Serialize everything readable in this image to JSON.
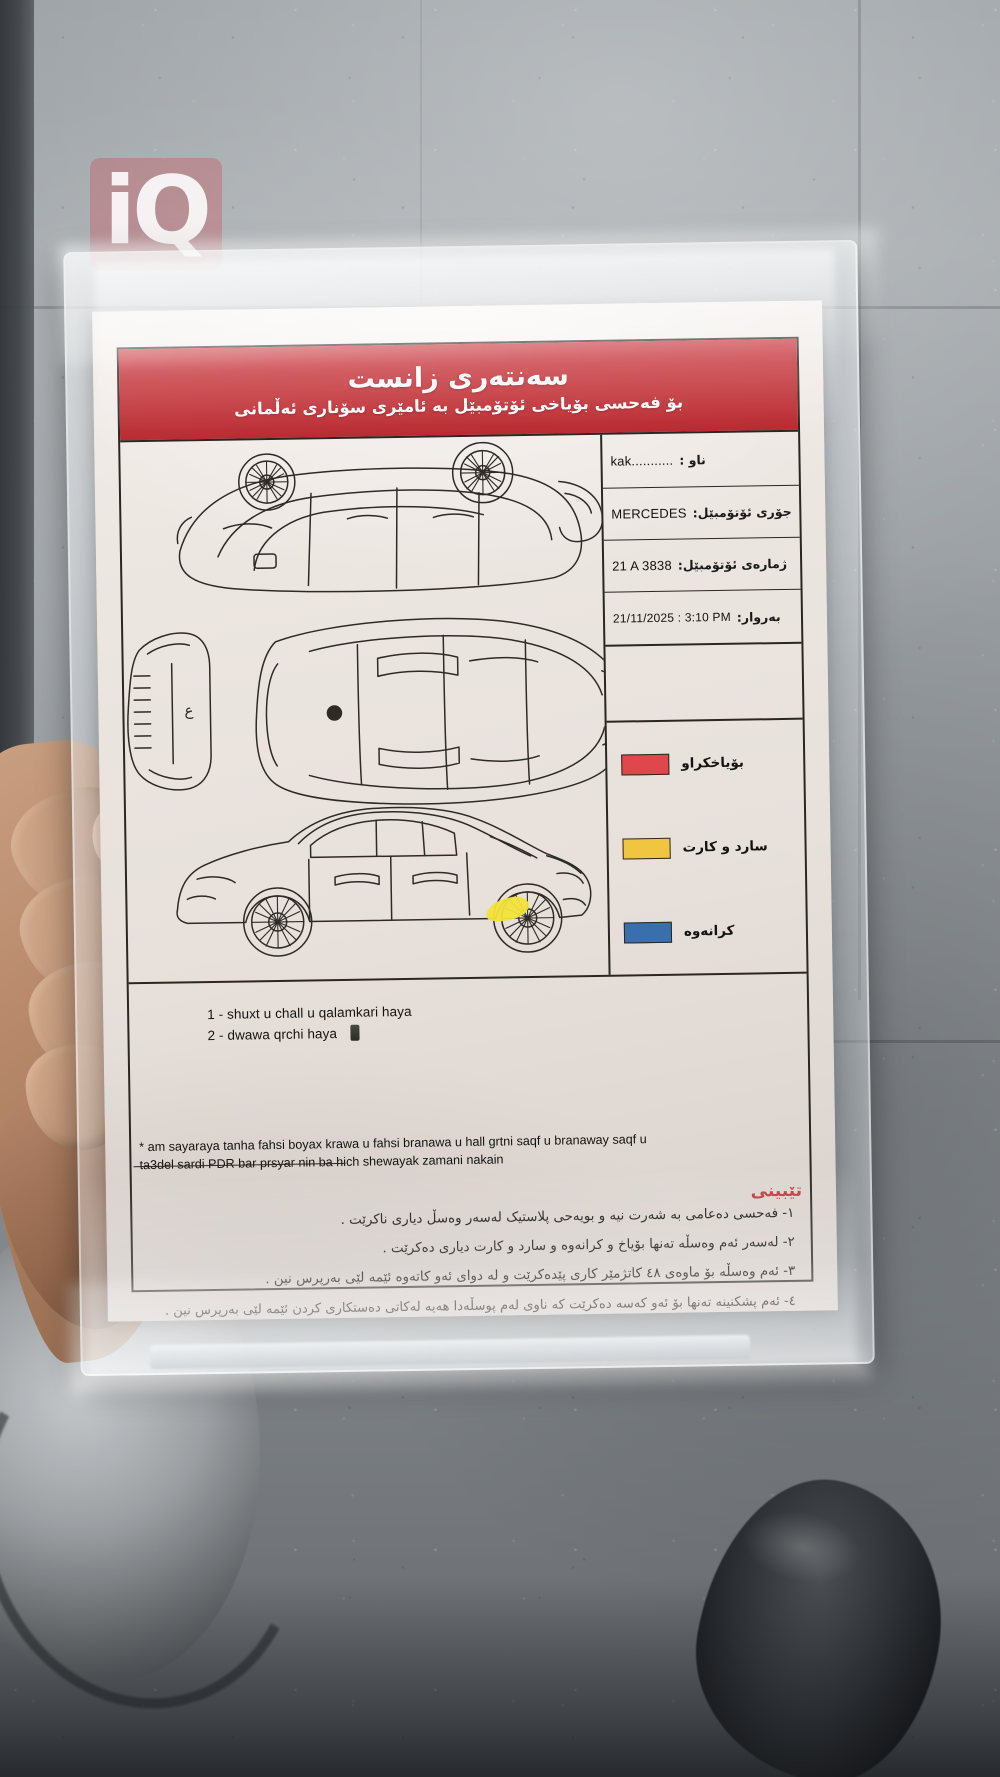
{
  "watermark": {
    "text": "iQ",
    "color": "#d6212d"
  },
  "document": {
    "header": {
      "title": "سەنتەری زانست",
      "subtitle": "بۆ فەحسی بۆیاخی ئۆتۆمبێل بە ئامێری سۆناری ئەڵمانی"
    },
    "info": {
      "rows": [
        {
          "label": "ناو :",
          "value": "kak..........."
        },
        {
          "label": "جۆری ئۆتۆمبێل:",
          "value": "MERCEDES"
        },
        {
          "label": "ژمارەی ئۆتۆمبێل:",
          "value": "21 A 3838"
        },
        {
          "label": "بەروار:",
          "value": "21/11/2025  :  3:10 PM"
        }
      ]
    },
    "legend": {
      "items": [
        {
          "label": "بۆیاخکراو",
          "color": "#e0474d"
        },
        {
          "label": "سارد و کارت",
          "color": "#f0c640"
        },
        {
          "label": "کرانەوە",
          "color": "#3a6fae"
        }
      ]
    },
    "handwritten_notes": [
      "1 - shuxt u chall u qalamkari haya",
      "2 - dwawa qrchi haya"
    ],
    "english_note": {
      "line1": "* am sayaraya tanha fahsi boyax krawa u fahsi branawa u hall grtni saqf u branaway saqf u",
      "line2_struck": "ta3del  sardi PDR bar prsyar nin",
      "line2_rest": "ba hich shewayak zamani nakain"
    },
    "tebini_heading": "تێبینی",
    "kurdish_notes": [
      "١- فەحسی دەعامی بە شەرت نیە و بویەحی پلاستیک لەسەر وەسڵ دیاری ناکرێت .",
      "٢- لەسەر ئەم وەسڵە تەنها بۆیاخ و کرانەوە و سارد و کارت دیاری دەکرێت .",
      "٣- ئەم وەسڵە بۆ ماوەی ٤٨ کاتژمێر کاری پێدەکرێت و لە دوای ئەو کاتەوە ئێمە لێی بەرپرس نین .",
      "٤- ئەم پشکنینە تەنها بۆ ئەو کەسە دەکرێت کە ناوی لەم پوسڵەدا هەیە لەکاتی دەستکاری کردن ئێمە لێی بەرپرس نین ."
    ],
    "diagram": {
      "views": [
        "top-roof-view",
        "top-plan-view",
        "side-profile-view"
      ],
      "damage_marks": [
        {
          "type": "paint-mark",
          "color": "#f2e33a",
          "location": "rear-quarter-panel-side-view"
        }
      ]
    }
  }
}
